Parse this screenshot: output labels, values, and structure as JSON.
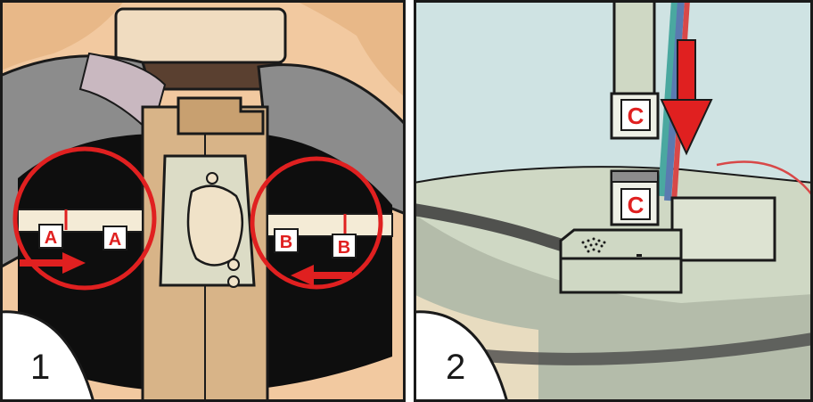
{
  "panels": [
    {
      "number": "1",
      "callouts": {
        "left": "A",
        "right": "B"
      }
    },
    {
      "number": "2",
      "callouts": {
        "top": "C",
        "bottom": "C"
      }
    }
  ],
  "colors": {
    "accent_red": "#e02020",
    "outline": "#1a1a1a",
    "cable_teal": "#4aa8a0",
    "cable_blue": "#5a7ab0",
    "cable_red": "#d84848",
    "wall_blue": "#cfe3e3",
    "shelf_green": "#cfd8c4",
    "skin": "#f2c9a0",
    "cardboard": "#d8b488",
    "fabric_gray": "#8c8c8c"
  },
  "icons": [
    "arrow-right-icon",
    "arrow-left-icon",
    "arrow-down-icon"
  ]
}
